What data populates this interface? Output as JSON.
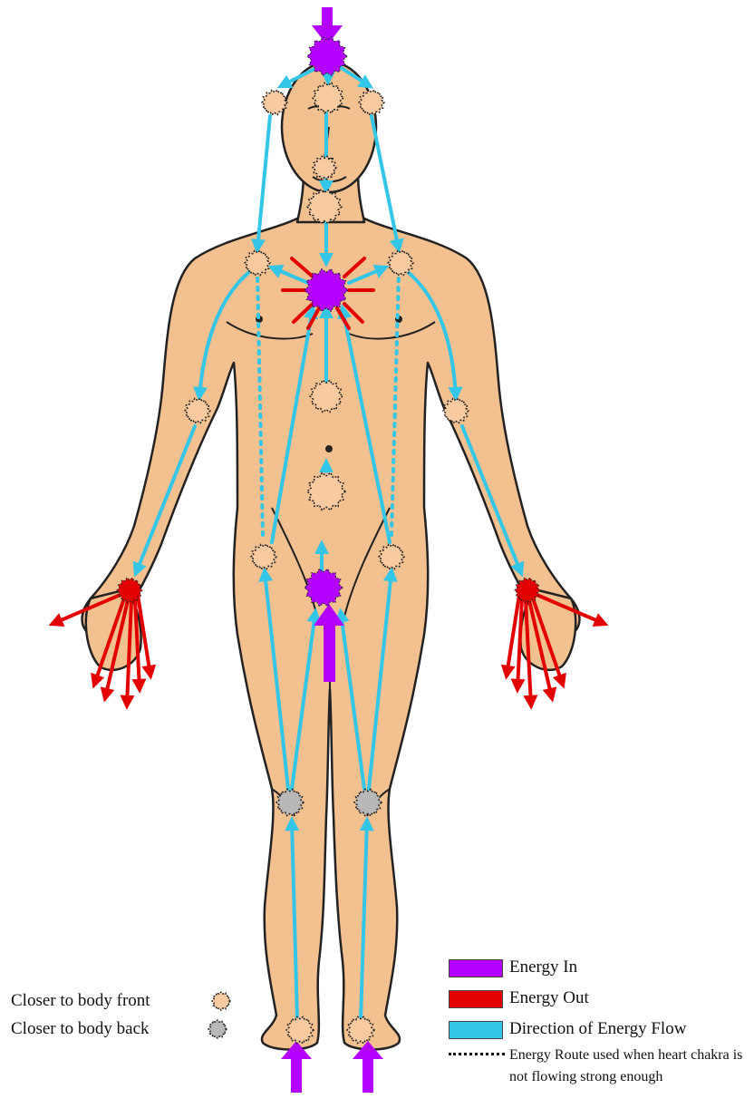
{
  "colors": {
    "energy_in": "#b400ff",
    "energy_out": "#e30000",
    "flow": "#33c6e6",
    "node_front": "#f9caa0",
    "node_back": "#b8b8b8",
    "skin": "#f3c090",
    "outline": "#222222"
  },
  "legend": {
    "marker_front_label": "Closer to body front",
    "marker_back_label": "Closer to body back",
    "energy_in_label": "Energy In",
    "energy_out_label": "Energy Out",
    "flow_label": "Direction of Energy Flow",
    "dotted_label": "Energy Route used when heart chakra is not flowing strong enough"
  }
}
